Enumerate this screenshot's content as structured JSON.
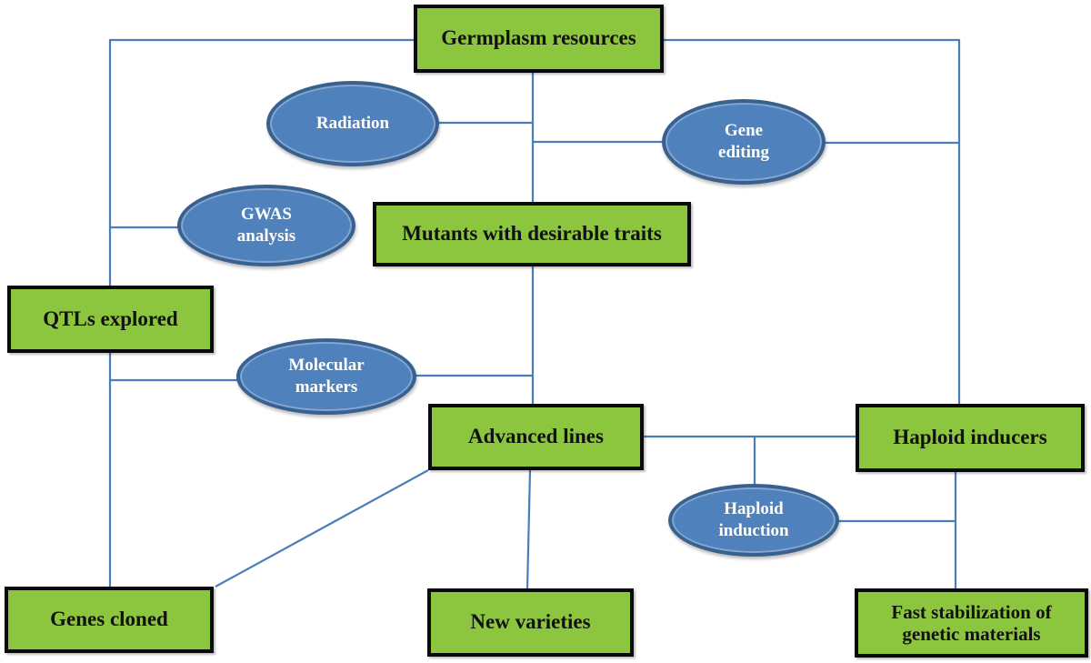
{
  "figure": {
    "title": "Breeding workflow diagram",
    "nodes": {
      "germplasm_resources": {
        "label": "Germplasm resources"
      },
      "mutants_desirable_traits": {
        "label": "Mutants with desirable traits"
      },
      "qtls_explored": {
        "label": "QTLs explored"
      },
      "advanced_lines": {
        "label": "Advanced lines"
      },
      "haploid_inducers": {
        "label": "Haploid inducers"
      },
      "genes_cloned": {
        "label": "Genes cloned"
      },
      "new_varieties": {
        "label": "New varieties"
      },
      "fast_stabilization": {
        "label": "Fast stabilization of genetic materials"
      }
    },
    "methods": {
      "radiation": {
        "label": "Radiation"
      },
      "gene_editing": {
        "label": "Gene editing"
      },
      "gwas_analysis": {
        "label": "GWAS analysis"
      },
      "molecular_markers": {
        "label": "Molecular markers"
      },
      "haploid_induction": {
        "label": "Haploid induction"
      }
    },
    "edges": [
      "germplasm_resources - radiation - mutants_desirable_traits",
      "germplasm_resources - gene_editing - mutants_desirable_traits",
      "germplasm_resources - gwas_analysis - qtls_explored",
      "qtls_explored - molecular_markers - advanced_lines",
      "qtls_explored - genes_cloned",
      "mutants_desirable_traits - advanced_lines",
      "advanced_lines - haploid_inducers",
      "advanced_lines - haploid_induction",
      "advanced_lines - genes_cloned",
      "advanced_lines - new_varieties",
      "germplasm_resources - haploid_inducers",
      "haploid_inducers - haploid_induction - fast_stabilization"
    ]
  },
  "colors": {
    "box_fill": "#8cc63f",
    "box_border": "#0a0a0a",
    "box_text": "#111111",
    "ellipse_fill": "#4f81bd",
    "ellipse_border": "#38618f",
    "ellipse_text": "#ffffff",
    "line": "#4a7ebb",
    "bg": "#ffffff"
  }
}
